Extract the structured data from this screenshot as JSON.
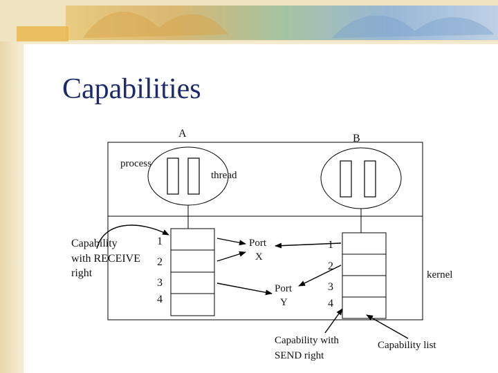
{
  "slide": {
    "title": "Capabilities"
  },
  "diagram": {
    "label_a": "A",
    "label_b": "B",
    "label_process": "process",
    "label_thread": "thread",
    "label_kernel": "kernel",
    "capability_receive_label": [
      "Capability",
      "with RECEIVE",
      "right"
    ],
    "left_table_numbers": [
      "1",
      "2",
      "3",
      "4"
    ],
    "right_table_numbers": [
      "1",
      "2",
      "3",
      "4"
    ],
    "port_x": [
      "Port",
      "X"
    ],
    "port_y": [
      "Port",
      "Y"
    ],
    "capability_send_label": [
      "Capability with",
      "SEND right"
    ],
    "capability_list_label": "Capability list"
  },
  "colors": {
    "background": "#f3ead0",
    "slide_panel": "#ffffff",
    "title_text": "#1c2a6b",
    "stroke": "#000000"
  }
}
